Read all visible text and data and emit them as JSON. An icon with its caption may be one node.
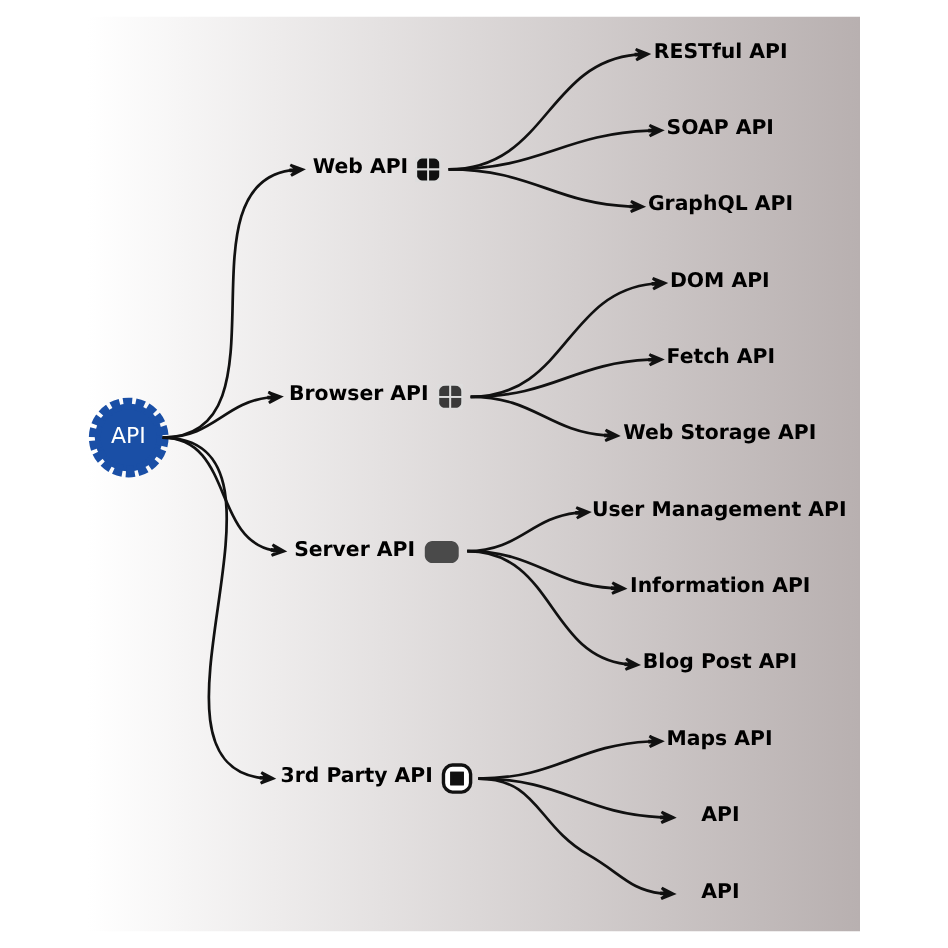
{
  "diagram": {
    "nodes": [
      {
        "text": [
          "API"
        ]
      },
      {
        "text": [
          "Web API"
        ]
      },
      {
        "text": [
          "RESTful API"
        ]
      },
      {
        "text": [
          "SOAP API"
        ]
      },
      {
        "text": [
          "GraphQL API"
        ]
      },
      {
        "text": [
          "Browser API"
        ]
      },
      {
        "text": [
          "DOM API"
        ]
      },
      {
        "text": [
          "Fetch API"
        ]
      },
      {
        "text": [
          "Web Storage API"
        ]
      },
      {
        "text": [
          "Server API"
        ]
      },
      {
        "text": [
          "User Management API"
        ]
      },
      {
        "text": [
          "Information API"
        ]
      },
      {
        "text": [
          "Blog Post API"
        ]
      },
      {
        "text": [
          "3rd Party API"
        ]
      },
      {
        "text": [
          "Maps API"
        ]
      },
      {
        "text": [
          "API"
        ]
      },
      {
        "text": [
          "API"
        ]
      }
    ],
    "edges": [
      {
        "from": 0,
        "to": 1,
        "arrow": "to"
      },
      {
        "from": 0,
        "to": 5,
        "arrow": "to"
      },
      {
        "from": 0,
        "to": 9,
        "arrow": "to"
      },
      {
        "from": 0,
        "to": 13,
        "arrow": "to"
      },
      {
        "from": 1,
        "to": 2,
        "arrow": "to"
      },
      {
        "from": 1,
        "to": 3,
        "arrow": "to"
      },
      {
        "from": 1,
        "to": 4,
        "arrow": "to"
      },
      {
        "from": 5,
        "to": 6,
        "arrow": "to"
      },
      {
        "from": 5,
        "to": 7,
        "arrow": "to"
      },
      {
        "from": 5,
        "to": 8,
        "arrow": "to"
      },
      {
        "from": 9,
        "to": 10,
        "arrow": "to"
      },
      {
        "from": 9,
        "to": 11,
        "arrow": "to"
      },
      {
        "from": 9,
        "to": 12,
        "arrow": "to"
      },
      {
        "from": 13,
        "to": 14,
        "arrow": "to"
      },
      {
        "from": 13,
        "to": 15,
        "arrow": "to"
      },
      {
        "from": 13,
        "to": 16,
        "arrow": "to"
      }
    ]
  }
}
